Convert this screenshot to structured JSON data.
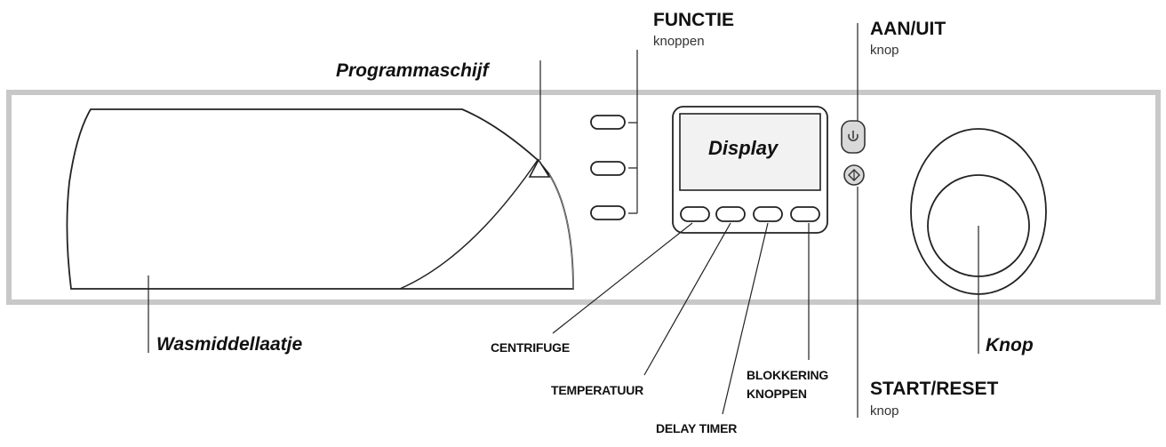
{
  "labels": {
    "programmaschijf": "Programmaschijf",
    "functie_title": "FUNCTIE",
    "functie_sub": "knoppen",
    "aan_uit_title": "AAN/UIT",
    "aan_uit_sub": "knop",
    "display": "Display",
    "wasmiddellaatje": "Wasmiddellaatje",
    "centrifuge": "CENTRIFUGE",
    "temperatuur": "TEMPERATUUR",
    "delay_timer": "DELAY TIMER",
    "blokkering_line1": "BLOKKERING",
    "blokkering_line2": "KNOPPEN",
    "start_reset_title": "START/RESET",
    "start_reset_sub": "knop",
    "knop": "Knop"
  },
  "icons": {
    "power": "power-icon",
    "start": "start-reset-icon"
  },
  "colors": {
    "panel_border": "#c8c8c8",
    "line": "#222222",
    "button_fill": "#d9d9d9",
    "display_fill": "#f2f2f2"
  }
}
